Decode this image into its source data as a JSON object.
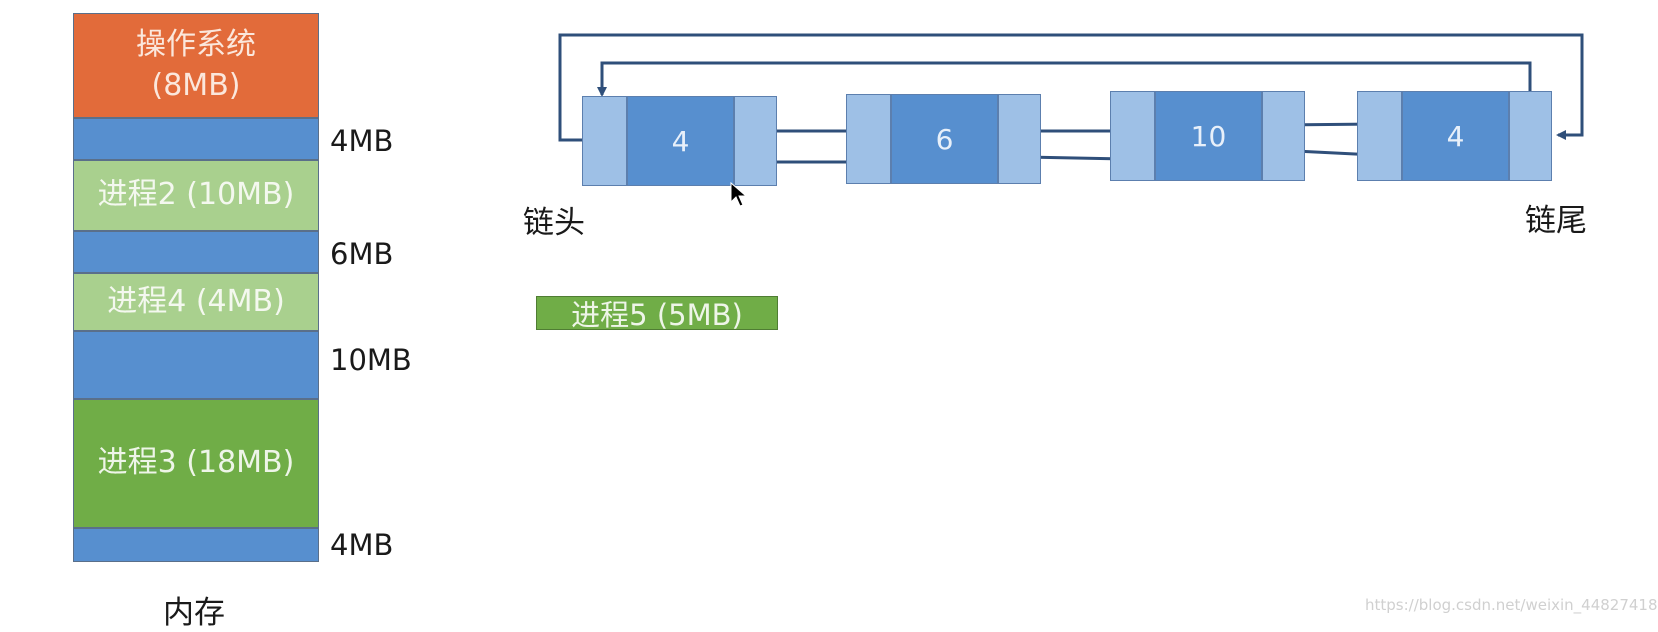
{
  "memory": {
    "caption": "内存",
    "os_label": "操作系统",
    "os_size": "(8MB)",
    "process2": "进程2 (10MB)",
    "process4": "进程4 (4MB)",
    "process3": "进程3 (18MB)",
    "hole_sizes": [
      "4MB",
      "6MB",
      "10MB",
      "4MB"
    ]
  },
  "free_list": {
    "head_label": "链头",
    "tail_label": "链尾",
    "nodes": [
      "4",
      "6",
      "10",
      "4"
    ]
  },
  "pending_process": "进程5 (5MB)",
  "watermark": "https://blog.csdn.net/weixin_44827418",
  "colors": {
    "os": "#e26b3a",
    "hole": "#578fcf",
    "process_light": "#a9d08e",
    "process_dark": "#70ad47",
    "arrow": "#2f4f7a"
  }
}
